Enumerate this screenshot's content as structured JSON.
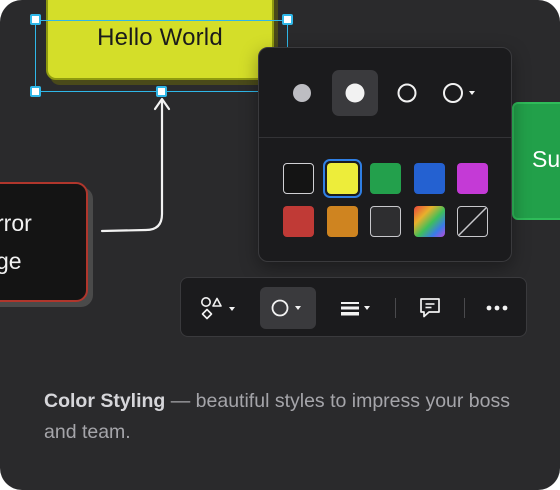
{
  "notes": {
    "yellow_text": "Hello World",
    "red_line1": "rror",
    "red_line2": "ge",
    "green_text": "Su"
  },
  "popover": {
    "fill_options": [
      {
        "name": "fill-solid",
        "active": false
      },
      {
        "name": "fill-semi",
        "active": true
      },
      {
        "name": "fill-none",
        "active": false
      },
      {
        "name": "fill-more",
        "active": false
      }
    ],
    "swatches": [
      {
        "name": "black",
        "color": "#141414",
        "selected": false
      },
      {
        "name": "yellow",
        "color": "#eded3a",
        "selected": true
      },
      {
        "name": "green",
        "color": "#23a04c",
        "selected": false
      },
      {
        "name": "blue",
        "color": "#2461d1",
        "selected": false
      },
      {
        "name": "purple",
        "color": "#c43ad6",
        "selected": false
      },
      {
        "name": "red",
        "color": "#c03a36",
        "selected": false
      },
      {
        "name": "orange",
        "color": "#cf8420",
        "selected": false
      },
      {
        "name": "gray",
        "color": "#3a3a3c",
        "selected": false
      },
      {
        "name": "gradient",
        "color": "gradient",
        "selected": false
      },
      {
        "name": "none",
        "color": "none",
        "selected": false
      }
    ]
  },
  "toolbar": {
    "items": [
      "shapes-menu",
      "fill-style-menu",
      "line-style-menu",
      "comment",
      "more"
    ]
  },
  "caption": {
    "bold": "Color Styling",
    "rest": " — beautiful styles to impress your boss and team."
  },
  "colors": {
    "selection": "#2fb7e8",
    "background": "#2a2a2c",
    "note_yellow": "#d4de29",
    "note_red_border": "#b0362c",
    "note_green": "#22a04a"
  }
}
